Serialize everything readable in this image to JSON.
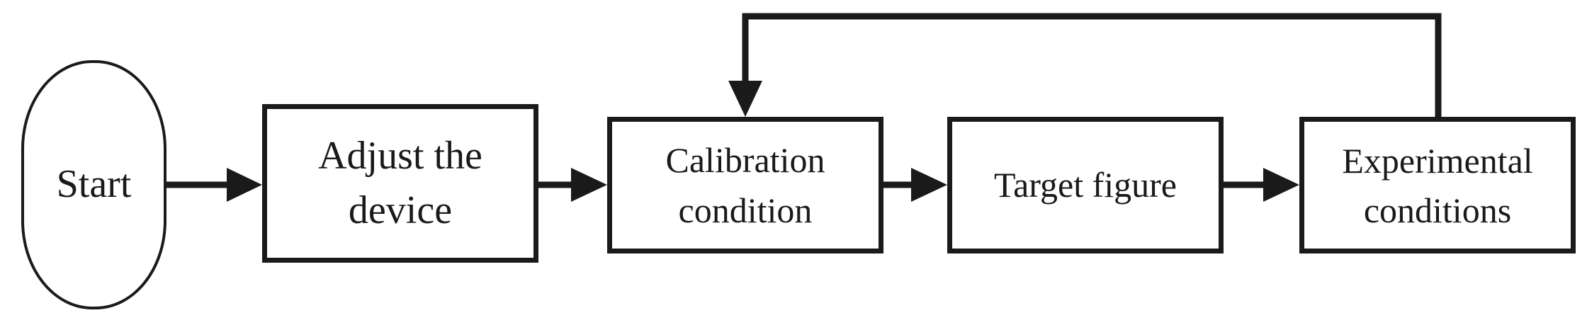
{
  "diagram": {
    "nodes": [
      {
        "id": "start",
        "label": "Start",
        "shape": "oval"
      },
      {
        "id": "adjust",
        "label": "Adjust the\ndevice",
        "shape": "rect"
      },
      {
        "id": "calibration",
        "label": "Calibration\ncondition",
        "shape": "rect"
      },
      {
        "id": "target",
        "label": "Target figure",
        "shape": "rect"
      },
      {
        "id": "experimental",
        "label": "Experimental\nconditions",
        "shape": "rect"
      }
    ],
    "edges": [
      {
        "from": "start",
        "to": "adjust"
      },
      {
        "from": "adjust",
        "to": "calibration"
      },
      {
        "from": "calibration",
        "to": "target"
      },
      {
        "from": "target",
        "to": "experimental"
      },
      {
        "from": "experimental",
        "to": "calibration",
        "route": "feedback-over-top"
      }
    ],
    "colors": {
      "stroke": "#1a1a1a",
      "fill": "#ffffff",
      "background": "#ffffff"
    }
  }
}
